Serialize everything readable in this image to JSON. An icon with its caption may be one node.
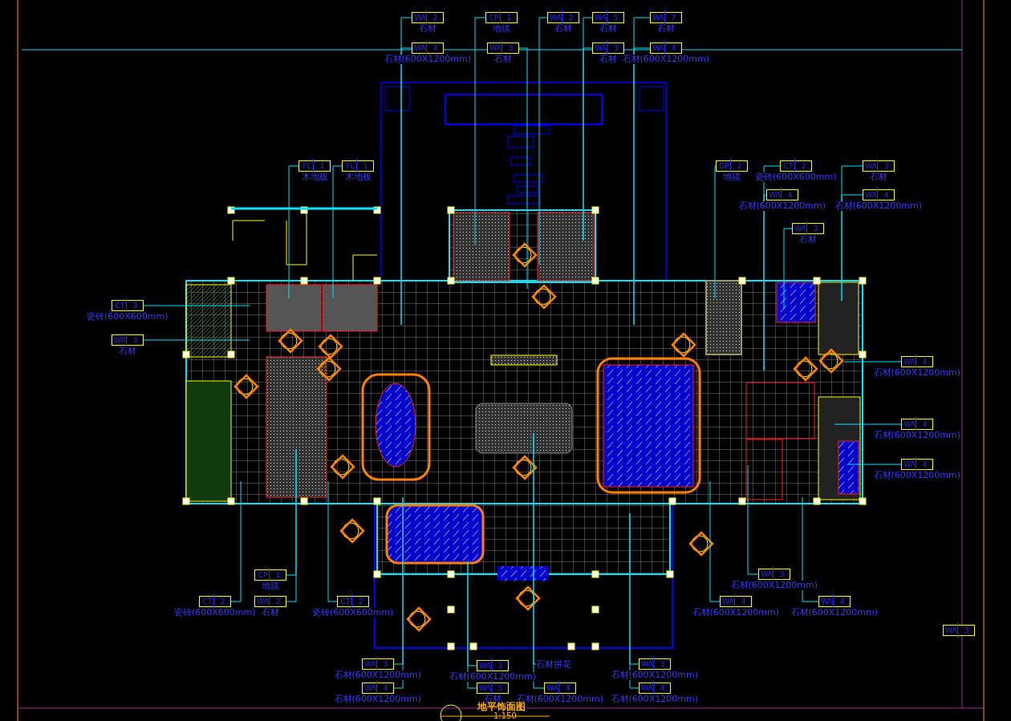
{
  "diagram": {
    "title": "地平饰面图",
    "nodes": [
      {
        "text": [
          "WA",
          "2"
        ],
        "beside": [
          "石材"
        ]
      },
      {
        "text": [
          "WA",
          "4"
        ],
        "beside": [
          "石材(600X1200mm)"
        ]
      },
      {
        "text": [
          "CP",
          "1"
        ],
        "beside": [
          "地毯"
        ]
      },
      {
        "text": [
          "WA",
          "3"
        ],
        "beside": [
          "石材"
        ]
      },
      {
        "text": [
          "WA",
          "2"
        ],
        "beside": [
          "石材"
        ]
      },
      {
        "text": [
          "WA",
          "5"
        ],
        "beside": [
          "石材"
        ]
      },
      {
        "text": [
          "WA",
          "3"
        ],
        "beside": [
          "石材"
        ]
      },
      {
        "text": [
          "WA",
          "7"
        ],
        "beside": [
          "石材"
        ]
      },
      {
        "text": [
          "WA",
          "4"
        ],
        "beside": [
          "石材(600X1200mm)"
        ]
      },
      {
        "text": [
          "FL",
          "1"
        ],
        "beside": [
          "木地板"
        ]
      },
      {
        "text": [
          "FL",
          "1"
        ],
        "beside": [
          "木地板"
        ]
      },
      {
        "text": [
          "CT",
          "3"
        ],
        "beside": [
          "瓷砖(600X600mm)"
        ]
      },
      {
        "text": [
          "WA",
          "3"
        ],
        "beside": [
          "石材"
        ]
      },
      {
        "text": [
          "DP",
          "2"
        ],
        "beside": [
          "地毯"
        ]
      },
      {
        "text": [
          "CT",
          "2"
        ],
        "beside": [
          "瓷砖(600X600mm)"
        ]
      },
      {
        "text": [
          "WA",
          "4"
        ],
        "beside": [
          "石材(600X1200mm)"
        ]
      },
      {
        "text": [
          "WA",
          "3"
        ],
        "beside": [
          "石材"
        ]
      },
      {
        "text": [
          "WA",
          "3"
        ],
        "beside": [
          "石材"
        ]
      },
      {
        "text": [
          "WA",
          "4"
        ],
        "beside": [
          "石材(600X1200mm)"
        ]
      },
      {
        "text": [
          "WA",
          "4"
        ],
        "beside": [
          "石材(600X1200mm)"
        ]
      },
      {
        "text": [
          "WA",
          "4"
        ],
        "beside": [
          "石材(600X1200mm)"
        ]
      },
      {
        "text": [
          "WA",
          "4"
        ],
        "beside": [
          "石材(600X1200mm)"
        ]
      },
      {
        "text": [
          "CT",
          "2"
        ],
        "beside": [
          "瓷砖(600X600mm)"
        ]
      },
      {
        "text": [
          "CP",
          "1"
        ],
        "beside": [
          "地毯"
        ]
      },
      {
        "text": [
          "WA",
          "2"
        ],
        "beside": [
          "石材"
        ]
      },
      {
        "text": [
          "CT",
          "2"
        ],
        "beside": [
          "瓷砖(600X600mm)"
        ]
      },
      {
        "text": [
          "WA",
          "3"
        ],
        "beside": [
          "石材(600X1200mm)"
        ]
      },
      {
        "text": [
          "WA",
          "4"
        ],
        "beside": [
          "石材(600X1200mm)"
        ]
      },
      {
        "text": [
          "WA",
          "4"
        ],
        "beside": [
          "石材(600X1200mm)"
        ]
      },
      {
        "text": [
          "WA",
          "3"
        ],
        "beside": [
          "石材(600X1200mm)"
        ]
      },
      {
        "text": [
          "WA",
          "4"
        ],
        "beside": [
          "石材(600X1200mm)"
        ]
      },
      {
        "text": [
          "WA",
          "3"
        ],
        "beside": [
          "石材(600X1200mm)"
        ]
      },
      {
        "text": [
          "WA",
          "5"
        ],
        "beside": [
          "石材"
        ]
      },
      {
        "text": [
          "石材拼花"
        ]
      },
      {
        "text": [
          "WA",
          "4"
        ],
        "beside": [
          "石材(600X1200mm)"
        ]
      },
      {
        "text": [
          "WA",
          "3"
        ],
        "beside": [
          "石材(600X1200mm)"
        ]
      },
      {
        "text": [
          "WA",
          "4"
        ],
        "beside": [
          "石材(600X1200mm)"
        ]
      },
      {
        "text": [
          "WA",
          "3"
        ]
      }
    ],
    "edges": [
      {
        "from": 0,
        "to": null,
        "arrow": "none"
      },
      {
        "from": 1,
        "to": null,
        "arrow": "none"
      },
      {
        "from": 2,
        "to": null,
        "arrow": "none"
      },
      {
        "from": 3,
        "to": null,
        "arrow": "none"
      },
      {
        "from": 4,
        "to": null,
        "arrow": "none"
      },
      {
        "from": 5,
        "to": null,
        "arrow": "none"
      },
      {
        "from": 6,
        "to": null,
        "arrow": "none"
      },
      {
        "from": 7,
        "to": null,
        "arrow": "none"
      },
      {
        "from": 8,
        "to": null,
        "arrow": "none"
      },
      {
        "from": 9,
        "to": null,
        "arrow": "none"
      },
      {
        "from": 10,
        "to": null,
        "arrow": "none"
      },
      {
        "from": 11,
        "to": null,
        "arrow": "none"
      },
      {
        "from": 12,
        "to": null,
        "arrow": "none"
      },
      {
        "from": 13,
        "to": null,
        "arrow": "none"
      },
      {
        "from": 14,
        "to": null,
        "arrow": "none"
      },
      {
        "from": 15,
        "to": null,
        "arrow": "none"
      },
      {
        "from": 16,
        "to": null,
        "arrow": "none"
      },
      {
        "from": 17,
        "to": null,
        "arrow": "none"
      },
      {
        "from": 18,
        "to": null,
        "arrow": "none"
      },
      {
        "from": 19,
        "to": null,
        "arrow": "none"
      },
      {
        "from": 20,
        "to": null,
        "arrow": "none"
      },
      {
        "from": 21,
        "to": null,
        "arrow": "none"
      },
      {
        "from": 22,
        "to": null,
        "arrow": "none"
      },
      {
        "from": 23,
        "to": null,
        "arrow": "none"
      },
      {
        "from": 24,
        "to": null,
        "arrow": "none"
      },
      {
        "from": 25,
        "to": null,
        "arrow": "none"
      },
      {
        "from": 26,
        "to": null,
        "arrow": "none"
      },
      {
        "from": 27,
        "to": null,
        "arrow": "none"
      },
      {
        "from": 28,
        "to": null,
        "arrow": "none"
      },
      {
        "from": 29,
        "to": null,
        "arrow": "none"
      },
      {
        "from": 30,
        "to": null,
        "arrow": "none"
      },
      {
        "from": 31,
        "to": null,
        "arrow": "none"
      },
      {
        "from": 32,
        "to": null,
        "arrow": "none"
      },
      {
        "from": 33,
        "to": null,
        "arrow": "none"
      },
      {
        "from": 34,
        "to": null,
        "arrow": "none"
      },
      {
        "from": 35,
        "to": null,
        "arrow": "none"
      },
      {
        "from": 36,
        "to": null,
        "arrow": "none"
      }
    ],
    "labels": [
      "1:150"
    ]
  }
}
